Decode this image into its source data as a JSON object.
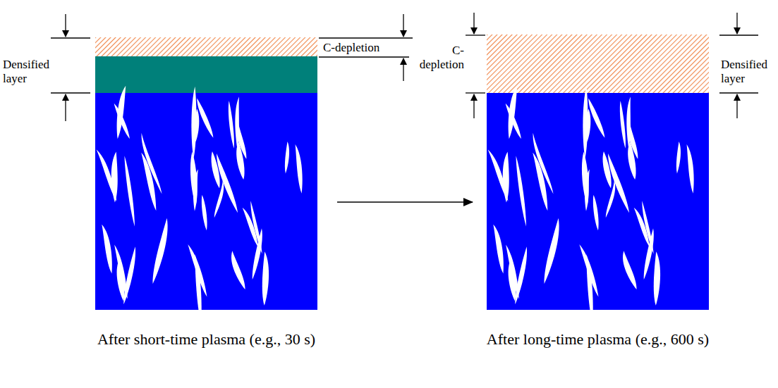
{
  "diagram": {
    "nodes": [
      {
        "text": [
          "After short-time plasma (e.g., 30 s)"
        ]
      },
      {
        "text": [
          "After long-time plasma (e.g., 600 s)"
        ]
      }
    ],
    "edges": [
      {
        "from": 0,
        "to": 1,
        "arrow": "to"
      }
    ],
    "labels": [
      "Densified layer",
      "C-depletion",
      "C- depletion",
      "Densified layer"
    ]
  }
}
